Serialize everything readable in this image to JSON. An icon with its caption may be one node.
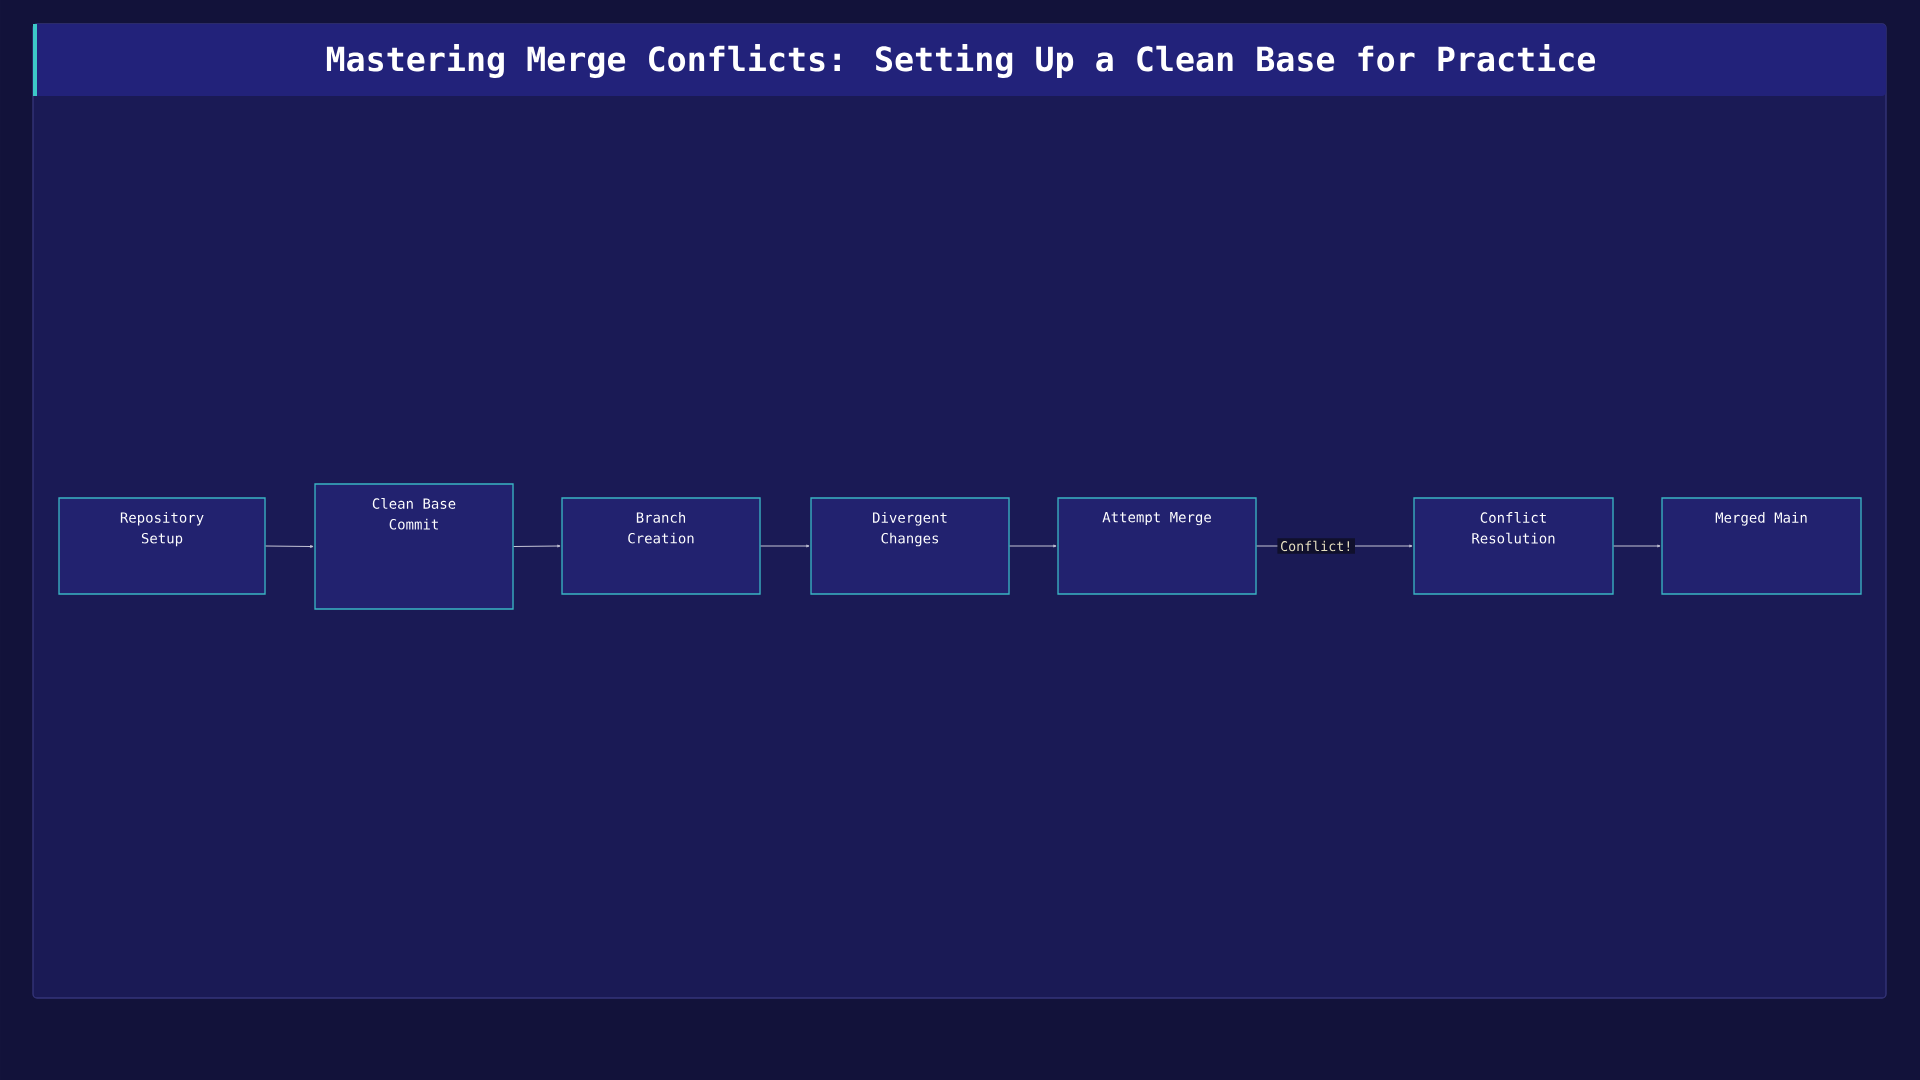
{
  "diagram": {
    "title": "Mastering Merge Conflicts: Setting Up a Clean Base for Practice",
    "nodes": [
      {
        "text": [
          "Repository Setup"
        ]
      },
      {
        "text": [
          "Clean Base Commit"
        ]
      },
      {
        "text": [
          "Branch Creation"
        ]
      },
      {
        "text": [
          "Divergent Changes"
        ]
      },
      {
        "text": [
          "Attempt Merge"
        ]
      },
      {
        "text": [
          "Conflict Resolution"
        ]
      },
      {
        "text": [
          "Merged Main"
        ]
      }
    ],
    "edges": [
      {
        "from": 0,
        "to": 1,
        "arrow": "to"
      },
      {
        "from": 1,
        "to": 2,
        "arrow": "to"
      },
      {
        "from": 2,
        "to": 3,
        "arrow": "to"
      },
      {
        "from": 3,
        "to": 4,
        "arrow": "to"
      },
      {
        "from": 4,
        "to": 5,
        "arrow": "to",
        "label": "Conflict!"
      },
      {
        "from": 5,
        "to": 6,
        "arrow": "to"
      }
    ]
  }
}
